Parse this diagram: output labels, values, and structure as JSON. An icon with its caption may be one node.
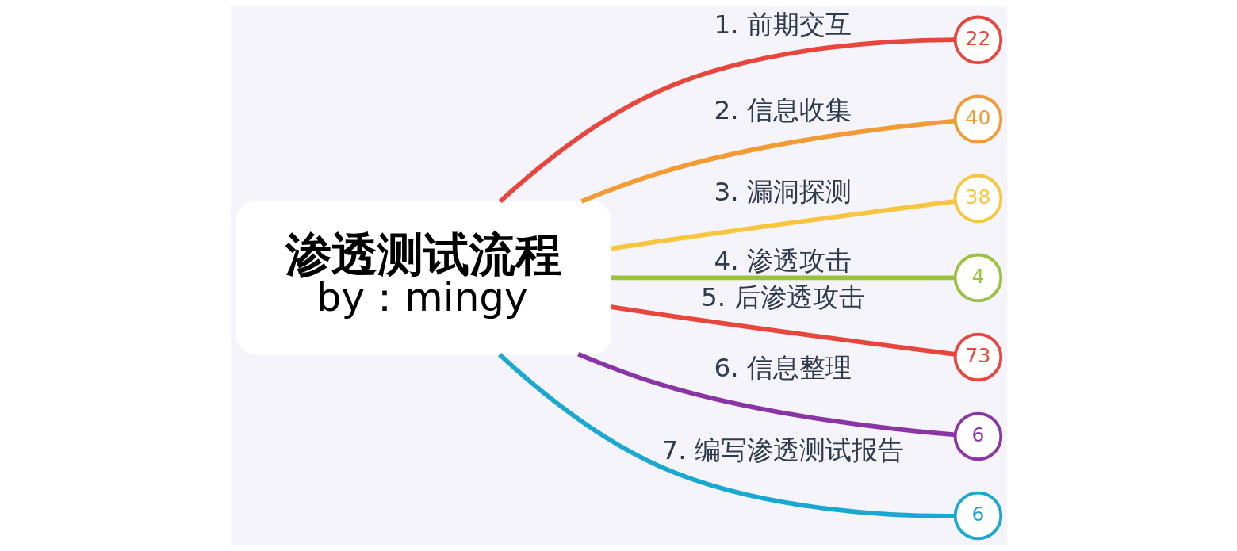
{
  "diagram": {
    "nodes": [
      {
        "text": [
          "渗透测试流程",
          "by：mingy"
        ]
      },
      {
        "text": [
          "22"
        ]
      },
      {
        "text": [
          "40"
        ]
      },
      {
        "text": [
          "38"
        ]
      },
      {
        "text": [
          "4"
        ]
      },
      {
        "text": [
          "73"
        ]
      },
      {
        "text": [
          "6"
        ]
      },
      {
        "text": [
          "6"
        ]
      }
    ],
    "edges": [
      {
        "from": 0,
        "to": 1,
        "arrow": "none",
        "label": "1. 前期交互",
        "color": "#e8453c"
      },
      {
        "from": 0,
        "to": 2,
        "arrow": "none",
        "label": "2. 信息收集",
        "color": "#f39a32"
      },
      {
        "from": 0,
        "to": 3,
        "arrow": "none",
        "label": "3. 漏洞探测",
        "color": "#f8c53f"
      },
      {
        "from": 0,
        "to": 4,
        "arrow": "none",
        "label": "4. 渗透攻击",
        "color": "#9bc23f"
      },
      {
        "from": 0,
        "to": 5,
        "arrow": "none",
        "label": "5. 后渗透攻击",
        "color": "#e8453c"
      },
      {
        "from": 0,
        "to": 6,
        "arrow": "none",
        "label": "6. 信息整理",
        "color": "#8a35a6"
      },
      {
        "from": 0,
        "to": 7,
        "arrow": "none",
        "label": "7. 编写渗透测试报告",
        "color": "#1aa8d0"
      }
    ]
  }
}
